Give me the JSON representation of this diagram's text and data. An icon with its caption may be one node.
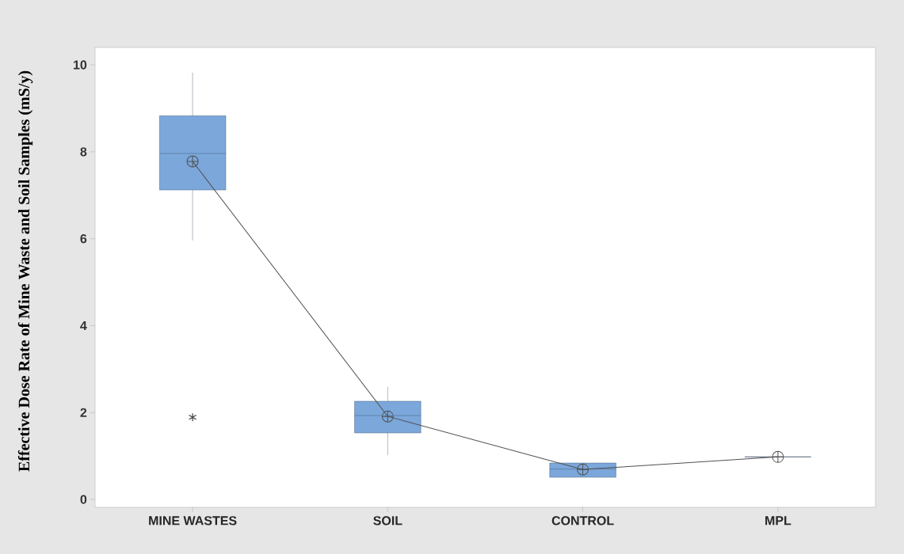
{
  "diagram": {
    "chart_data": {
      "type": "line",
      "ylabel": "Effective Dose Rate of Mine Waste and Soil Samples (mS/y)",
      "categories": [
        "MINE WASTES",
        "SOIL",
        "CONTROL",
        "MPL"
      ],
      "series": [
        {
          "color": "#505050",
          "marker": "cross",
          "values": [
            7.78,
            1.91,
            0.69,
            0.98
          ]
        },
        {
          "color": "#404040",
          "marker": "cross",
          "values": [
            1.89,
            null,
            null,
            null
          ]
        }
      ],
      "ylim": [
        -0.18,
        10.4
      ],
      "yticks": [
        0,
        2,
        4,
        6,
        8,
        10
      ]
    }
  }
}
